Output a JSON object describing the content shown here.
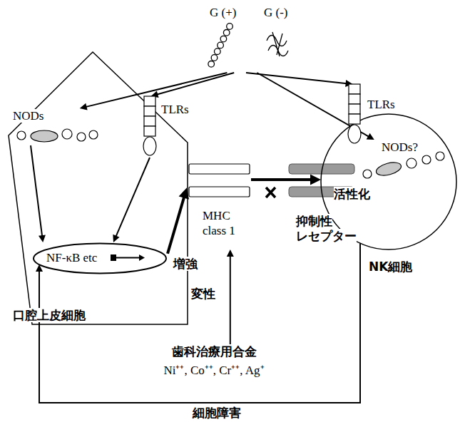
{
  "diagram": {
    "nodes": [
      {
        "text": [
          "G (+)",
          "G (-)"
        ]
      },
      {
        "text": [
          "口腔上皮細胞"
        ]
      },
      {
        "text": [
          "NODs"
        ],
        "in": 1
      },
      {
        "text": [
          "TLRs"
        ]
      },
      {
        "text": [
          "NF-κB etc"
        ],
        "in": 1
      },
      {
        "text": [
          "MHC class 1"
        ]
      },
      {
        "text": [
          "抑制性 レセプター"
        ]
      },
      {
        "text": [
          "NK細胞"
        ]
      },
      {
        "text": [
          "TLRs"
        ]
      },
      {
        "text": [
          "NODs?"
        ],
        "in": 7
      },
      {
        "text": [
          "歯科治療用合金",
          "Ni⁺⁺, Co⁺⁺, Cr⁺⁺, Ag⁺"
        ]
      }
    ],
    "edges": [
      {
        "from": 0,
        "to": 2,
        "arrow": "to"
      },
      {
        "from": 0,
        "to": 3,
        "arrow": "to"
      },
      {
        "from": 0,
        "to": 8,
        "arrow": "to"
      },
      {
        "from": 0,
        "to": 9,
        "arrow": "to"
      },
      {
        "from": 2,
        "to": 4,
        "arrow": "to"
      },
      {
        "from": 3,
        "to": 4,
        "arrow": "to"
      },
      {
        "from": 4,
        "to": 5,
        "label": "増強",
        "arrow": "to"
      },
      {
        "from": 5,
        "to": 7,
        "label": "活性化",
        "arrow": "to"
      },
      {
        "from": 10,
        "to": 5,
        "label": "変性",
        "arrow": "to"
      },
      {
        "from": 7,
        "to": 4,
        "label": "細胞障害",
        "arrow": "to"
      }
    ]
  }
}
